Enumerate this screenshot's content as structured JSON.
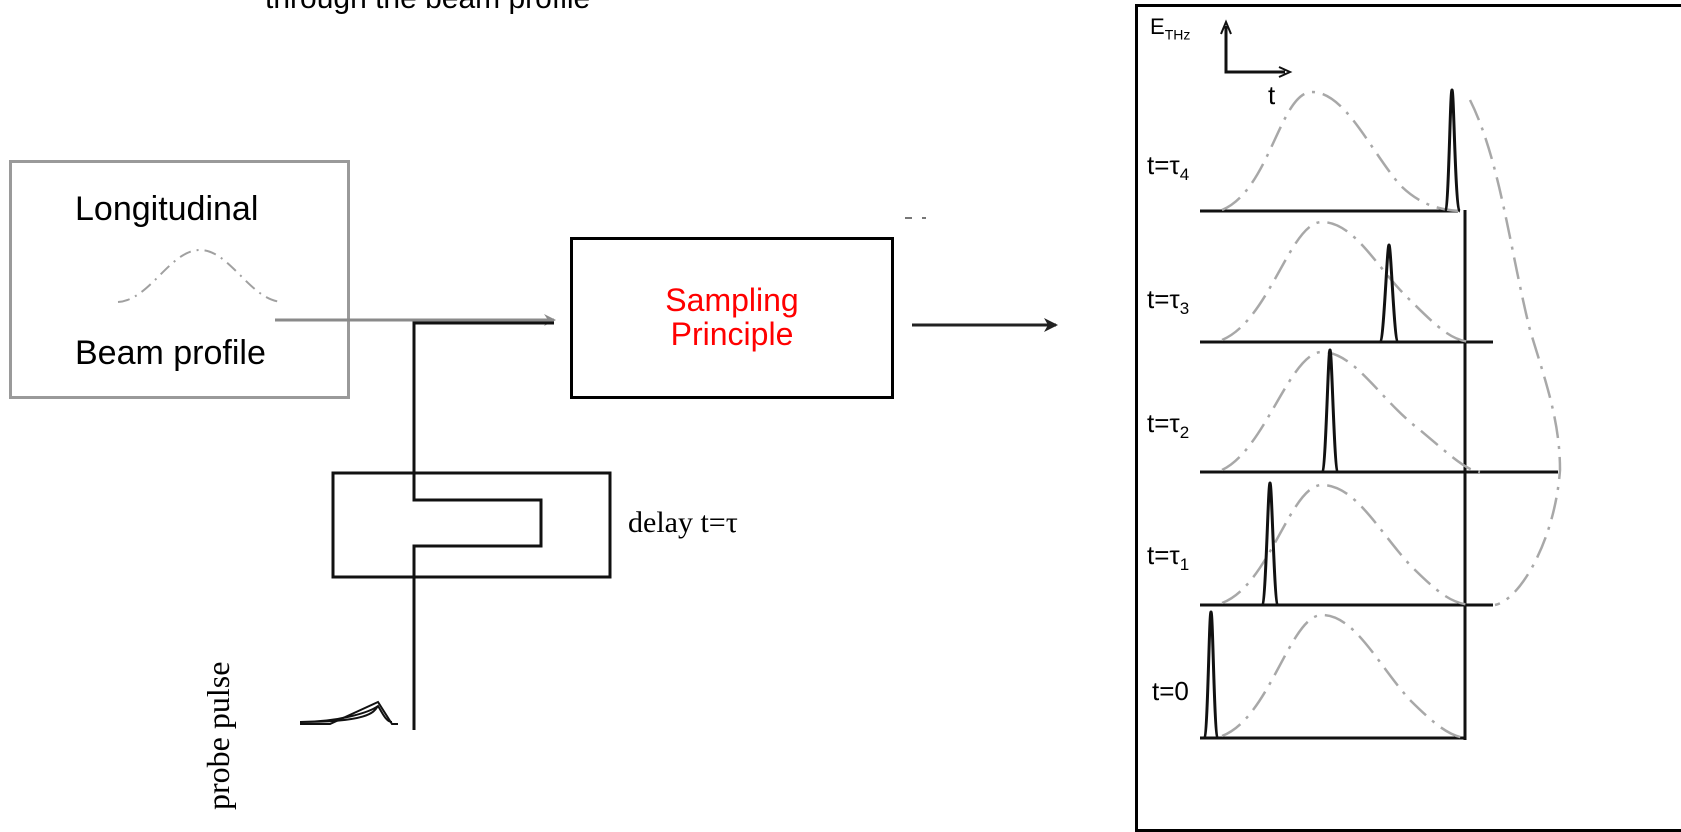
{
  "header": {
    "caption": "through the beam profile"
  },
  "left_box": {
    "top_label": "Longitudinal",
    "bottom_label": "Beam profile"
  },
  "center_box": {
    "line1": "Sampling",
    "line2": "Principle"
  },
  "delay": {
    "label": "delay t=τ"
  },
  "probe": {
    "label": "probe pulse"
  },
  "panel": {
    "axis_y_main": "E",
    "axis_y_sub": "THz",
    "axis_x": "t",
    "rows": [
      {
        "prefix": "t=τ",
        "sub": "4"
      },
      {
        "prefix": "t=τ",
        "sub": "3"
      },
      {
        "prefix": "t=τ",
        "sub": "2"
      },
      {
        "prefix": "t=τ",
        "sub": "1"
      },
      {
        "prefix": "t=0",
        "sub": ""
      }
    ]
  },
  "colors": {
    "accent": "#ff0000",
    "box_border": "#9a9a9a",
    "line": "#000000",
    "dashed": "#a0a0a0"
  }
}
